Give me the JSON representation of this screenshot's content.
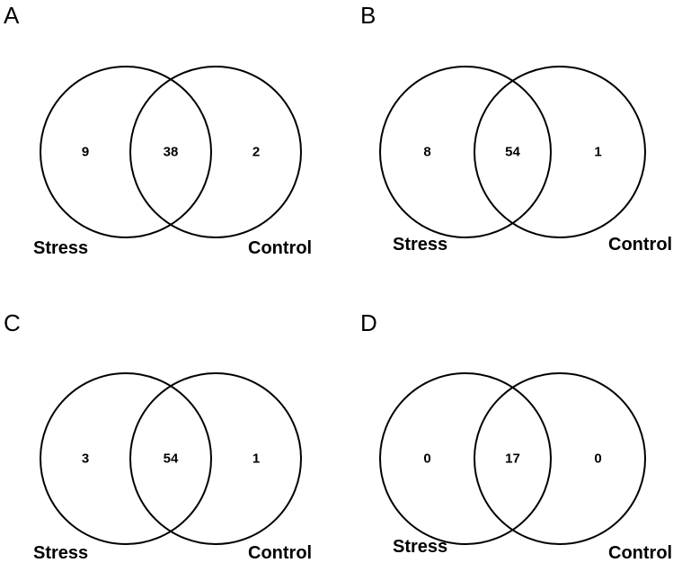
{
  "chart_data": [
    {
      "type": "venn",
      "panel_label": "A",
      "sets": [
        "Stress",
        "Control"
      ],
      "regions": {
        "only_stress": "9",
        "both": "38",
        "only_control": "2"
      },
      "values": {
        "only_stress": 9,
        "both": 38,
        "only_control": 2
      }
    },
    {
      "type": "venn",
      "panel_label": "B",
      "sets": [
        "Stress",
        "Control"
      ],
      "regions": {
        "only_stress": "8",
        "both": "54",
        "only_control": "1"
      },
      "values": {
        "only_stress": 8,
        "both": 54,
        "only_control": 1
      }
    },
    {
      "type": "venn",
      "panel_label": "C",
      "sets": [
        "Stress",
        "Control"
      ],
      "regions": {
        "only_stress": "3",
        "both": "54",
        "only_control": "1"
      },
      "values": {
        "only_stress": 3,
        "both": 54,
        "only_control": 1
      }
    },
    {
      "type": "venn",
      "panel_label": "D",
      "sets": [
        "Stress",
        "Control"
      ],
      "regions": {
        "only_stress": "0",
        "both": "17",
        "only_control": "0"
      },
      "values": {
        "only_stress": 0,
        "both": 17,
        "only_control": 0
      }
    }
  ],
  "style": {
    "stroke_color": "#000000",
    "background": "#ffffff"
  }
}
